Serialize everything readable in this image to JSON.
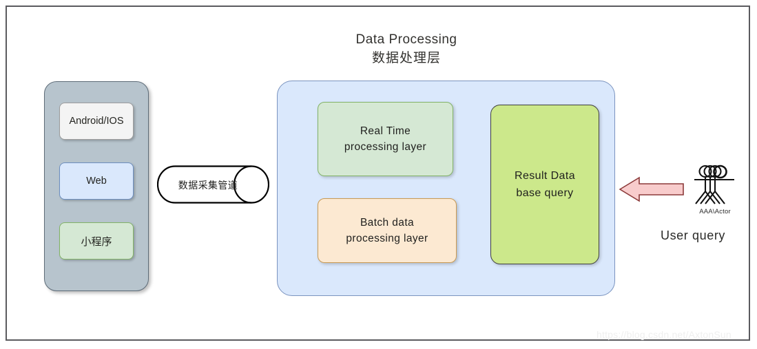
{
  "diagram": {
    "title": {
      "line_en": "Data  Processing",
      "line_cn": "数据处理层"
    },
    "clients_panel": {
      "name": "client-layer",
      "items": [
        {
          "label": "Android/IOS",
          "color": "#f4f4f4",
          "border": "#9c9c9c"
        },
        {
          "label": "Web",
          "color": "#dae8fc",
          "border": "#6c8ebf"
        },
        {
          "label": "小程序",
          "color": "#d5e8d4",
          "border": "#82b366"
        }
      ]
    },
    "pipeline": {
      "label": "数据采集管道",
      "shape": "cylinder"
    },
    "processing_panel": {
      "background": "#dae8fc",
      "border": "#7a93bf",
      "boxes": [
        {
          "id": "real-time",
          "line1": "Real Time",
          "line2": "processing  layer",
          "color": "#d5e8d4",
          "border": "#82b366"
        },
        {
          "id": "batch",
          "line1": "Batch  data",
          "line2": "processing  layer",
          "color": "#fce9d2",
          "border": "#c99a52"
        },
        {
          "id": "result-db",
          "line1": "Result  Data",
          "line2": "base  query",
          "color": "#cce88b",
          "border": "#3f3f3f"
        }
      ]
    },
    "query_flow": {
      "arrow_direction": "left",
      "arrow_fill": "#f8cccc",
      "arrow_stroke": "#8c3a3a",
      "actor_label": "AAA\\Actor",
      "user_label": "User  query"
    },
    "watermark": "https://blog.csdn.net/AxtonSun"
  }
}
